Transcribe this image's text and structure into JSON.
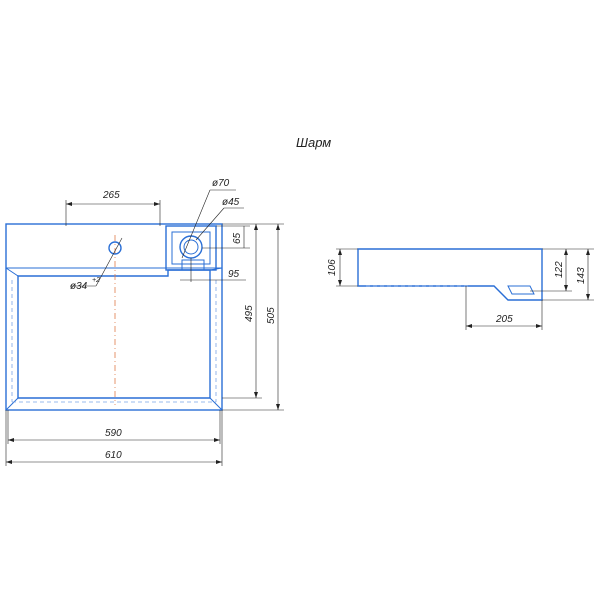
{
  "title": "Шарм",
  "dimensions": {
    "width_inner": "590",
    "width_outer": "610",
    "depth_inner": "495",
    "depth_outer": "505",
    "hole_offset": "265",
    "tap_diameter_outer": "ø70",
    "tap_diameter_inner": "ø45",
    "tap_offset_top": "65",
    "tap_offset_side": "95",
    "drain_diameter": "ø34",
    "drain_tolerance": "+2",
    "side_height_bowl": "106",
    "side_height_total": "143",
    "side_height_mid": "122",
    "side_overhang": "205"
  },
  "colors": {
    "outline": "#2a6fd6",
    "centerline": "#e07a4a",
    "dimension": "#222222"
  }
}
